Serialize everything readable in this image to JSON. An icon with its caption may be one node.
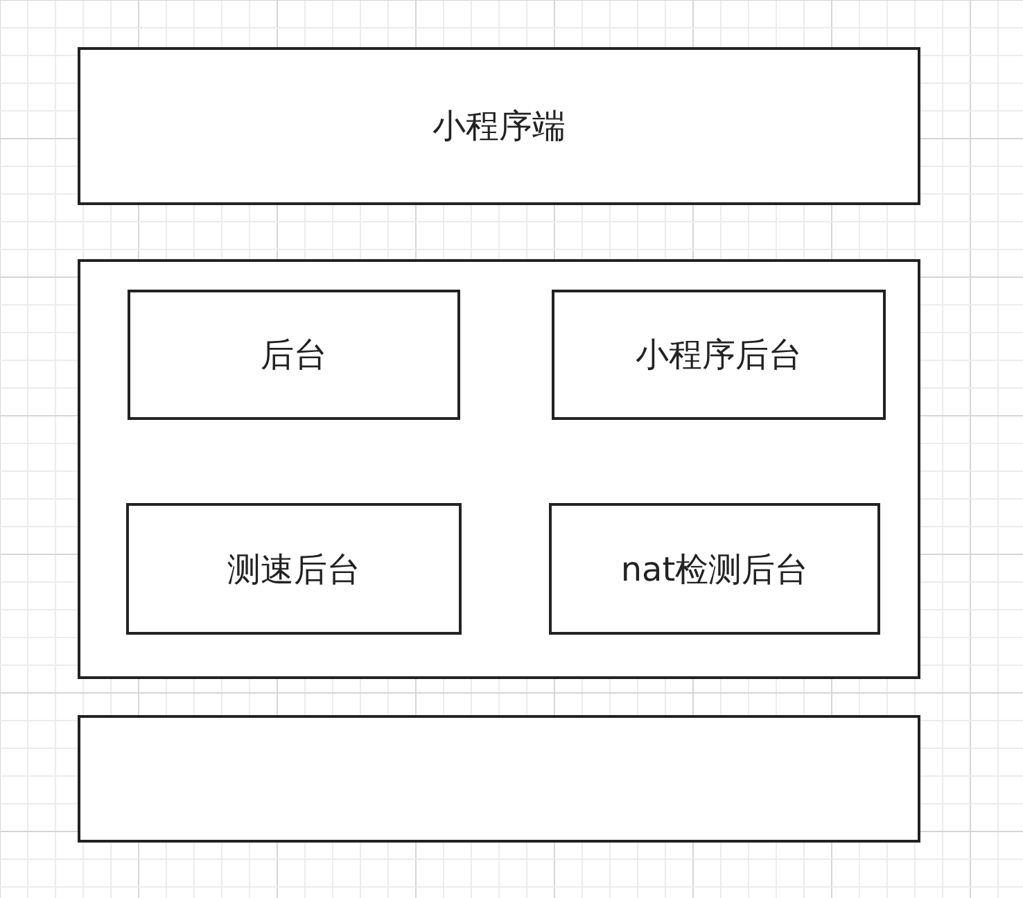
{
  "diagram": {
    "nodes": [
      {
        "text": [
          "小程序端"
        ]
      },
      {
        "text": [],
        "shape": "box"
      },
      {
        "text": [
          "后台"
        ],
        "in": 1
      },
      {
        "text": [
          "小程序后台"
        ],
        "in": 1
      },
      {
        "text": [
          "测速后台"
        ],
        "in": 1
      },
      {
        "text": [
          "nat检测后台"
        ],
        "in": 1
      },
      {
        "text": [],
        "shape": "box"
      }
    ]
  }
}
